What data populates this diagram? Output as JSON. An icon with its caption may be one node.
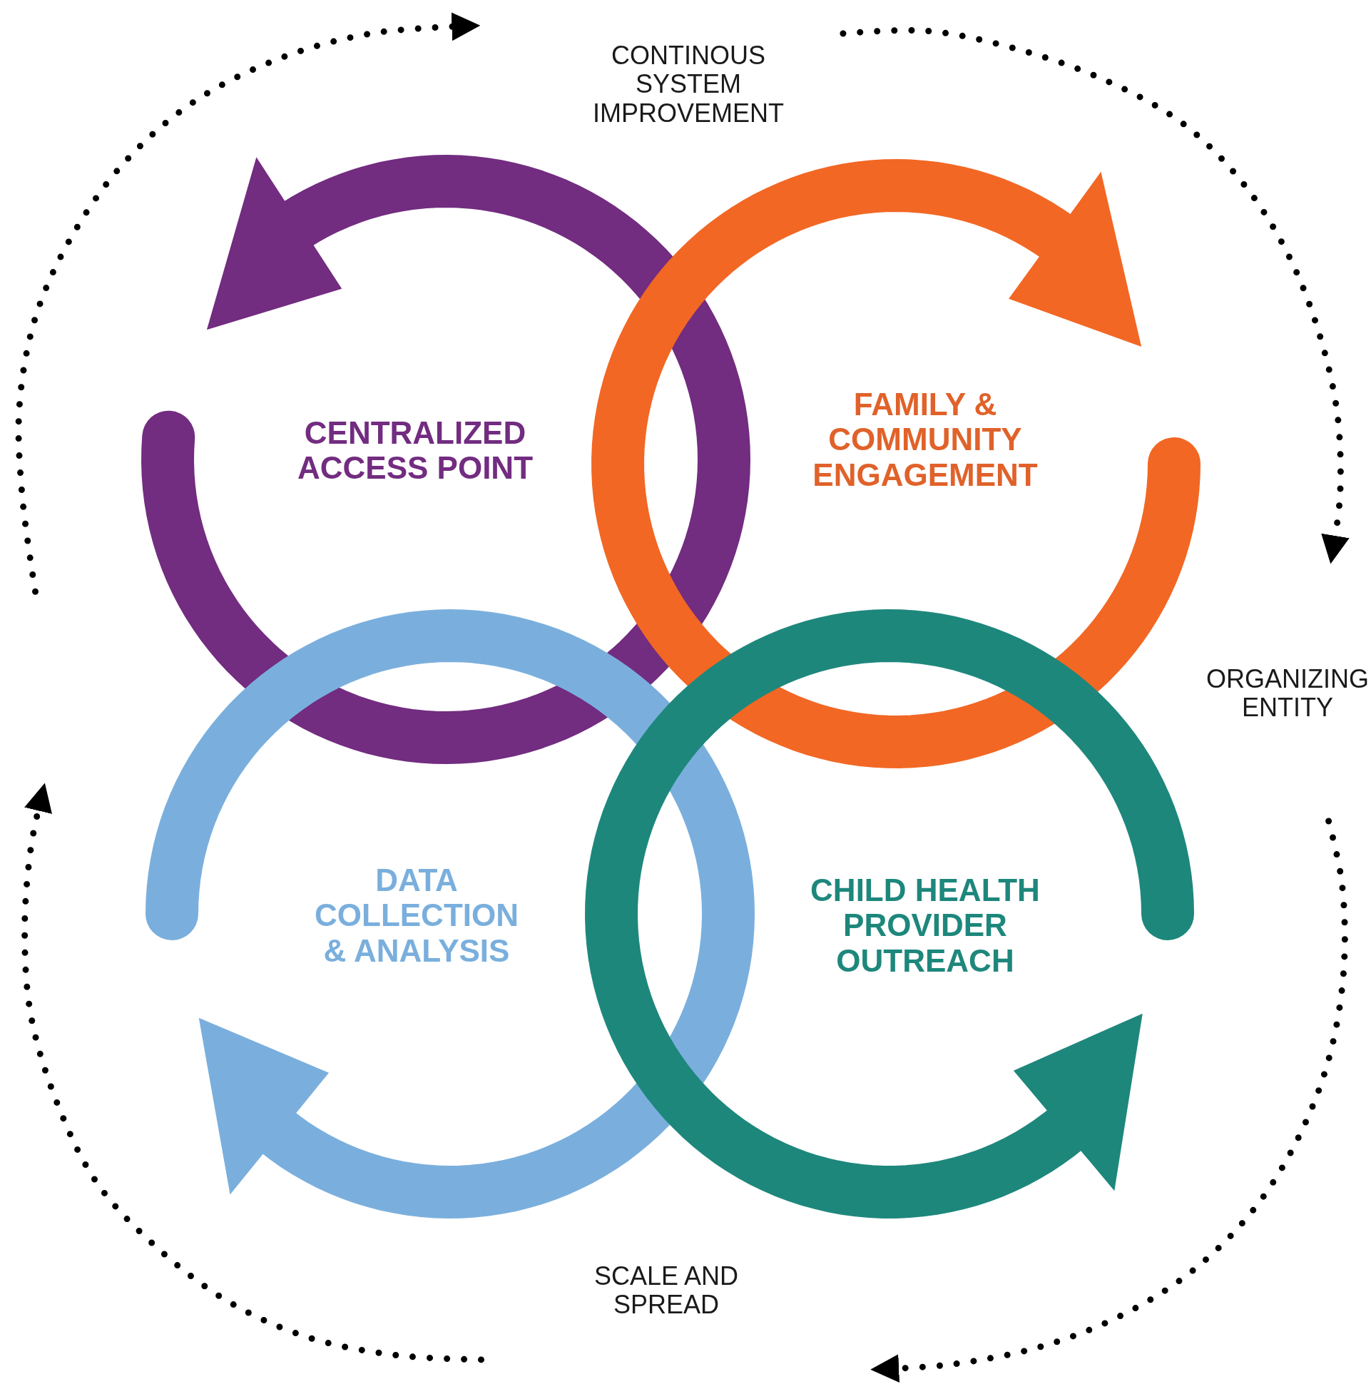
{
  "diagram": {
    "nodes": [
      {
        "text": [
          "CENTRALIZED ACCESS POINT"
        ]
      },
      {
        "text": [
          "FAMILY & COMMUNITY ENGAGEMENT"
        ]
      },
      {
        "text": [
          "DATA COLLECTION & ANALYSIS"
        ]
      },
      {
        "text": [
          "CHILD HEALTH PROVIDER OUTREACH"
        ]
      }
    ],
    "labels": [
      "CONTINOUS SYSTEM IMPROVEMENT",
      "ORGANIZING ENTITY",
      "SCALE AND SPREAD"
    ]
  }
}
